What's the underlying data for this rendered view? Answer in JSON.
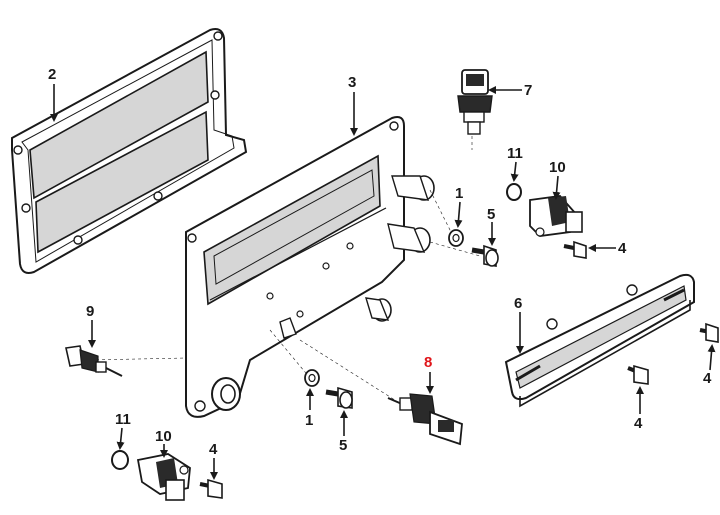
{
  "diagram": {
    "colors": {
      "line": "#1a1a1a",
      "part_fill": "#ffffff",
      "shade": "#d6d6d6",
      "dark": "#2a2a2a",
      "highlight": "#e0161b"
    },
    "callouts": {
      "gasket_2": "2",
      "plate_3": "3",
      "sensor_7": "7",
      "washer_1_upper": "1",
      "bolt_5_upper": "5",
      "oring_11_upper": "11",
      "sensor_10_upper": "10",
      "bolt_4_upper": "4",
      "rail_6": "6",
      "bolt_4_rail_right": "4",
      "bolt_4_rail_bottom": "4",
      "sensor_9": "9",
      "sensor_8": "8",
      "washer_1_lower": "1",
      "bolt_5_lower": "5",
      "oring_11_lower": "11",
      "sensor_10_lower": "10",
      "bolt_4_lower": "4"
    }
  }
}
